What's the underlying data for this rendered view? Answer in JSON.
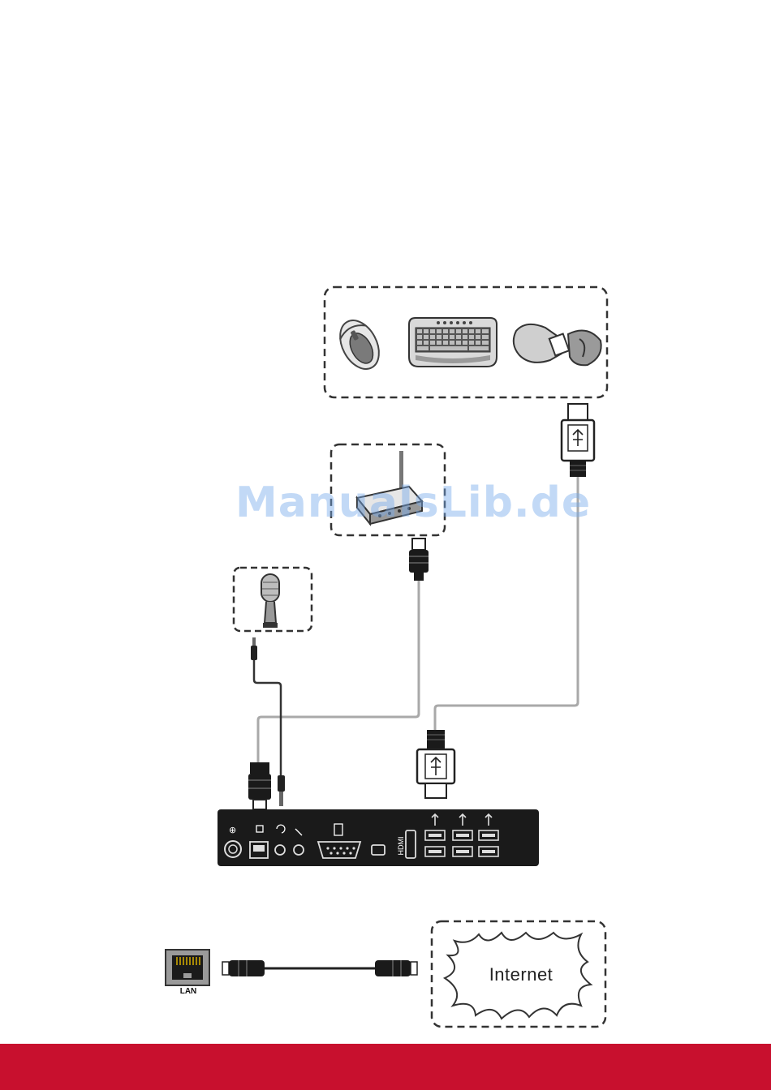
{
  "watermark": "ManualsLib.de",
  "labels": {
    "lan": "LAN",
    "internet": "Internet",
    "hdmi": "HDMI"
  },
  "icons": {
    "mouse": "mouse-icon",
    "keyboard": "keyboard-icon",
    "usb_dongle": "usb-dongle-icon",
    "router": "wireless-router-icon",
    "microphone": "microphone-icon",
    "usb_plug": "usb-plug-icon",
    "rj45_plug": "rj45-plug-icon",
    "audio_plug": "audio-jack-plug-icon",
    "lan_port": "lan-wall-port-icon",
    "internet_cloud": "internet-cloud-icon"
  },
  "colors": {
    "footer": "#c8102e",
    "panel": "#1a1a1a",
    "cable": "#a9a9a9",
    "dash": "#333333"
  }
}
